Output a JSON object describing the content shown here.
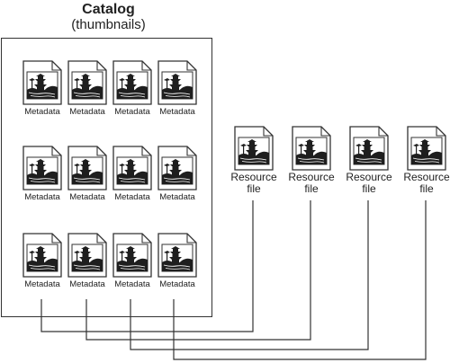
{
  "catalog": {
    "title": "Catalog",
    "subtitle": "(thumbnails)",
    "thumbnail_label": "Metadata",
    "rows": 3,
    "columns": 4
  },
  "resources": {
    "line1": "Resource",
    "line2": "file",
    "count": 4
  },
  "colors": {
    "stroke": "#333333",
    "icon_fill": "#1e1e1e",
    "page_fill": "#ffffff"
  },
  "icons": {
    "document": "document-with-pagoda-picture-icon"
  }
}
